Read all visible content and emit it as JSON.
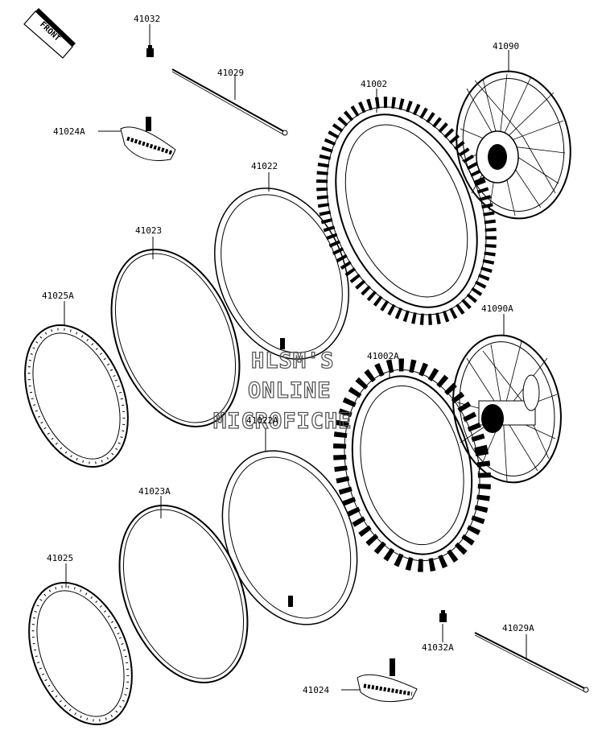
{
  "diagram": {
    "front_arrow": "FRONT",
    "watermark": [
      "HLSM'S",
      "ONLINE",
      "MICROFICHE"
    ],
    "parts": {
      "p41032": "41032",
      "p41029": "41029",
      "p41024A": "41024A",
      "p41022": "41022",
      "p41023": "41023",
      "p41025A": "41025A",
      "p41002": "41002",
      "p41090": "41090",
      "p41090A": "41090A",
      "p41002A": "41002A",
      "p41022A": "41022A",
      "p41023A": "41023A",
      "p41025": "41025",
      "p41029A": "41029A",
      "p41032A": "41032A",
      "p41024": "41024"
    }
  }
}
